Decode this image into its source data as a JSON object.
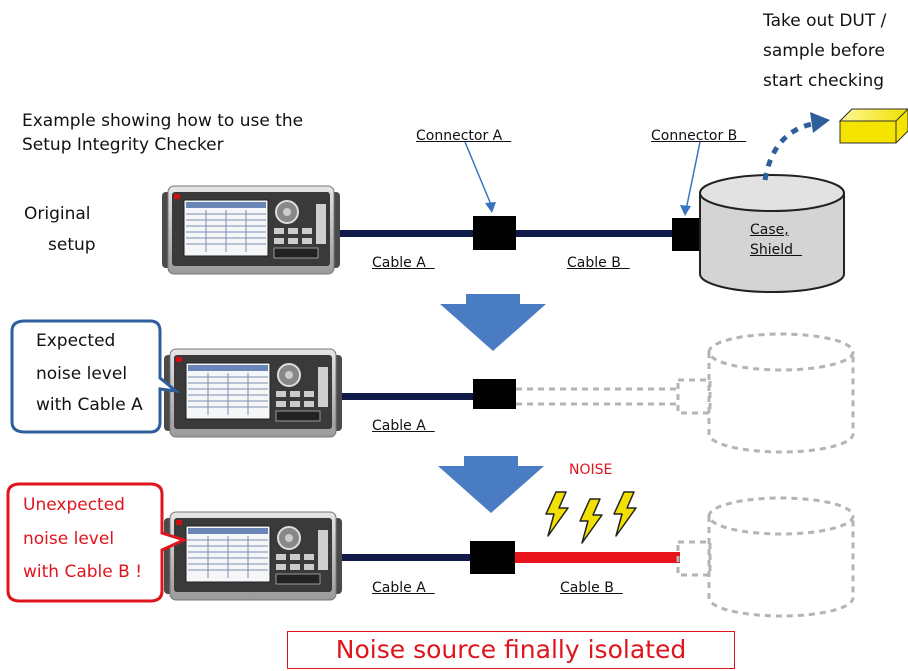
{
  "intro": {
    "line1": "Example showing how to use the",
    "line2": "Setup Integrity Checker"
  },
  "take_out": {
    "line1": "Take out DUT /",
    "line2": "sample before",
    "line3": "start checking"
  },
  "original_setup": {
    "line1": "Original",
    "line2": "setup"
  },
  "labels": {
    "connector_a": "Connector A  ",
    "connector_b": "Connector B  ",
    "case_shield_1": "Case,",
    "case_shield_2": "Shield  ",
    "cable_a": "Cable A  ",
    "cable_b": "Cable B  ",
    "noise": "NOISE"
  },
  "callout_expected": {
    "line1": "Expected",
    "line2": "noise level",
    "line3": "with Cable A",
    "border_color": "#2e5f9a"
  },
  "callout_unexpected": {
    "line1": "Unexpected",
    "line2": "noise level",
    "line3": "with Cable B !",
    "color": "#e0141c"
  },
  "final_message": "Noise source finally isolated",
  "colors": {
    "cable": "#101b4a",
    "noise_cable": "#e8141c",
    "arrow": "#4a7cc4",
    "dut": "#f5e400",
    "case_fill": "#d4d4d4",
    "dashed": "#b4b4b4",
    "bolt": "#f2e000"
  },
  "icons": {
    "instrument": "instrument-icon",
    "dut": "dut-box-icon",
    "lightning": "lightning-bolt-icon",
    "down_arrow": "down-arrow-icon"
  }
}
